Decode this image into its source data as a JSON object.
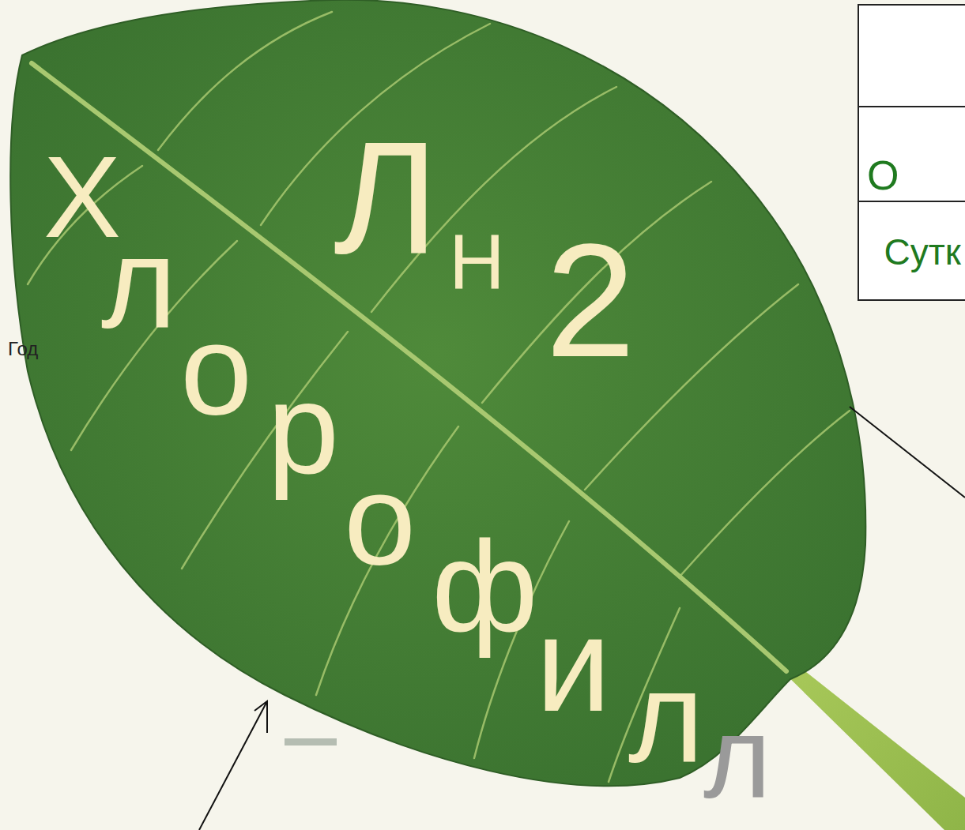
{
  "diagram": {
    "labels": [
      "Х",
      "л",
      "о",
      "р",
      "о",
      "ф",
      "и",
      "л",
      "л",
      "Л",
      "H",
      "2",
      "O",
      "Сутк",
      "Год"
    ]
  }
}
